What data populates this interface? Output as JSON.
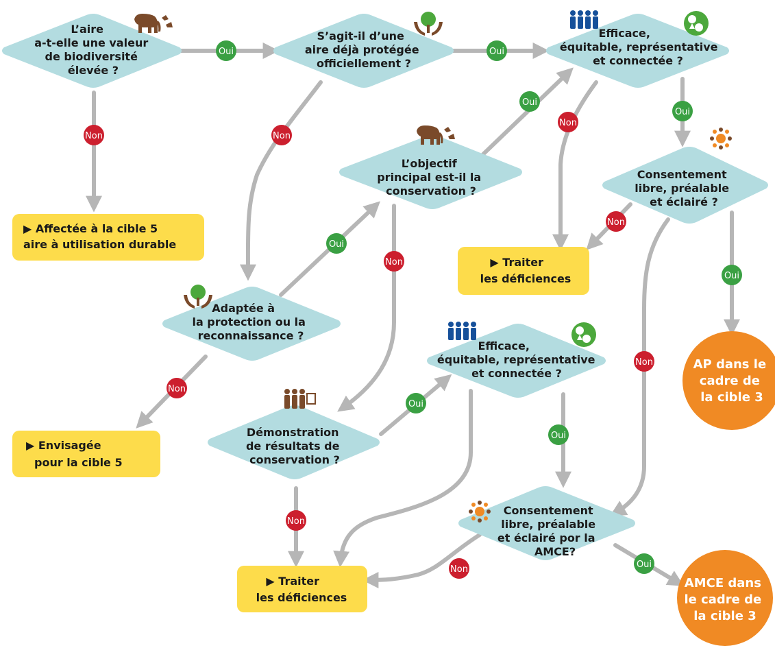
{
  "colors": {
    "decision_fill": "#b3dce0",
    "result_fill": "#fddc4b",
    "terminal_fill": "#f08a24",
    "arrow": "#b6b6b6",
    "oui": "#3aa043",
    "non": "#cc1f2e",
    "icon_brown": "#7a4a2a",
    "icon_green": "#4ca83c",
    "icon_blue": "#16509a",
    "icon_orange": "#f08a24"
  },
  "labels": {
    "oui": "Oui",
    "non": "Non"
  },
  "decisions": {
    "d1": {
      "icon": "elephant-icon",
      "lines": [
        "L’aire",
        "a-t-elle une valeur",
        "de biodiversité",
        "élevée ?"
      ]
    },
    "d2": {
      "icon": "tree-in-hands-icon",
      "lines": [
        "S’agit-il d’une",
        "aire déjà protégée",
        "officiellement ?"
      ]
    },
    "d3": {
      "icon": "people-and-globe-icon",
      "lines": [
        "Efficace,",
        "équitable, représentative",
        "et connectée ?"
      ]
    },
    "d4": {
      "icon": "elephant-icon",
      "lines": [
        "L’objectif",
        "principal est-il la",
        "conservation ?"
      ]
    },
    "d5": {
      "icon": "community-circle-icon",
      "lines": [
        "Consentement",
        "libre, préalable",
        "et éclairé ?"
      ]
    },
    "d6": {
      "icon": "tree-in-hands-icon",
      "lines": [
        "Adaptée à",
        "la protection ou la",
        "reconnaissance ?"
      ]
    },
    "d7": {
      "icon": "people-and-globe-icon",
      "lines": [
        "Efficace,",
        "équitable, représentative",
        "et connectée ?"
      ]
    },
    "d8": {
      "icon": "team-with-clipboard-icon",
      "lines": [
        "Démonstration",
        "de résultats de",
        "conservation ?"
      ]
    },
    "d9": {
      "icon": "community-circle-icon",
      "lines": [
        "Consentement",
        "libre, préalable",
        "et éclairé por la",
        "AMCE?"
      ]
    }
  },
  "results": {
    "r1": {
      "lines": [
        "▶ Affectée à la cible 5",
        "aire à utilisation durable"
      ]
    },
    "r2": {
      "lines": [
        "▶  Traiter",
        "les déficiences"
      ]
    },
    "r3": {
      "lines": [
        "▶   Envisagée",
        "pour la cible 5"
      ]
    },
    "r4": {
      "lines": [
        "▶  Traiter",
        "les déficiences"
      ]
    }
  },
  "terminals": {
    "t1": {
      "lines": [
        "AP dans le",
        "cadre de",
        "la cible 3"
      ]
    },
    "t2": {
      "lines": [
        "AMCE dans",
        "le cadre de",
        "la cible 3"
      ]
    }
  }
}
